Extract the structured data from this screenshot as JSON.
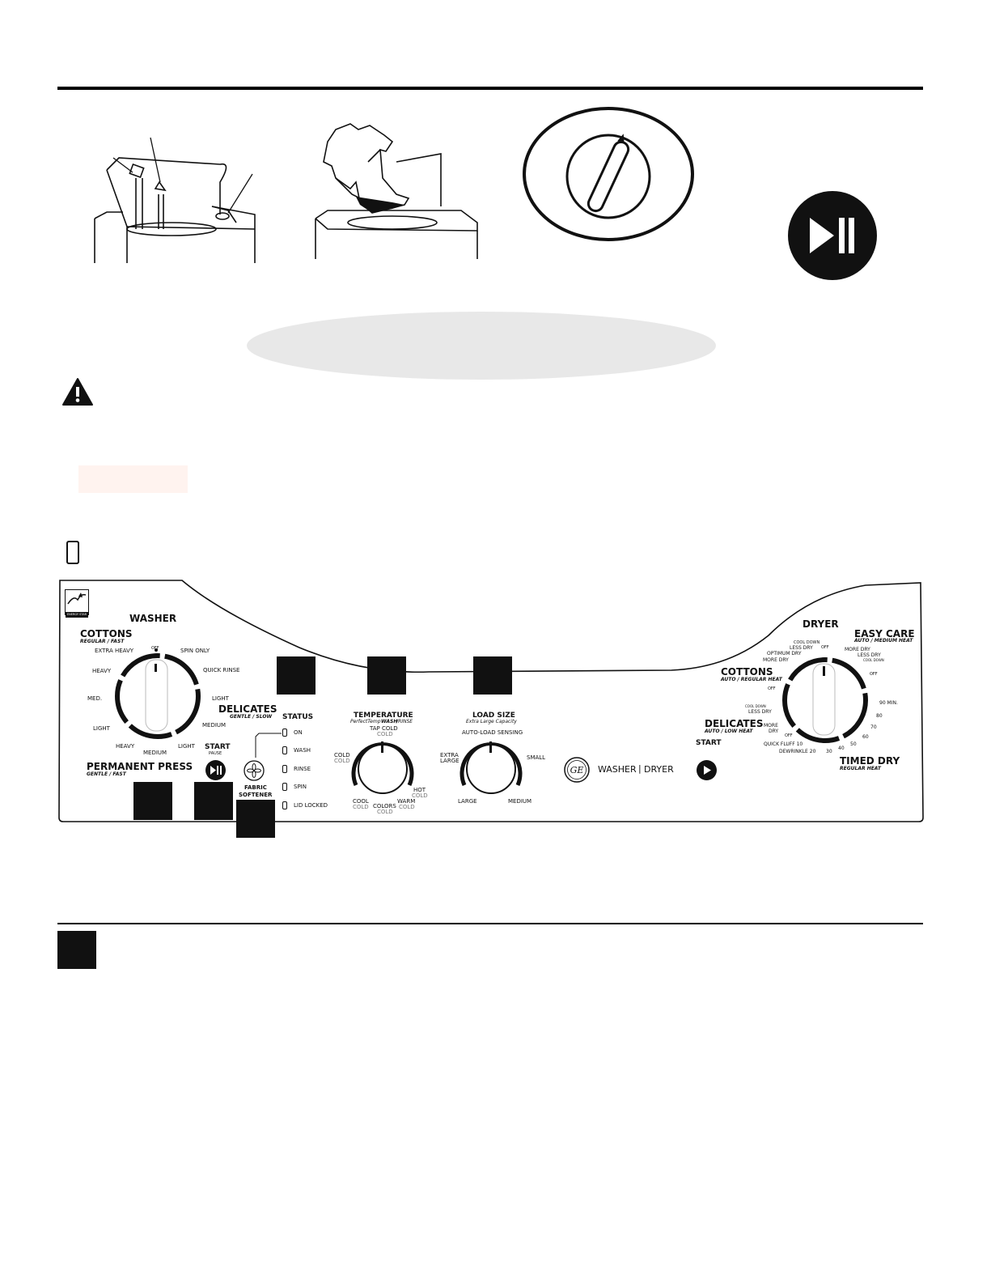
{
  "colors": {
    "ink": "#111111",
    "oval": "#e8e8e8",
    "caution_box": "#fff3ef"
  },
  "icons": [
    "warning-icon",
    "start-pause-icon",
    "play-icon",
    "ge-logo",
    "energy-star-logo",
    "fabric-softener-icon"
  ],
  "panel": {
    "washer": {
      "title": "WASHER",
      "cycles": [
        {
          "name": "COTTONS",
          "sub": "REGULAR / FAST"
        },
        {
          "name": "DELICATES",
          "sub": "GENTLE / SLOW"
        },
        {
          "name": "PERMANENT PRESS",
          "sub": "GENTLE / FAST"
        }
      ],
      "dial_labels": [
        "EXTRA HEAVY",
        "OFF",
        "SPIN ONLY",
        "HEAVY",
        "QUICK RINSE",
        "LIGHT",
        "MED.",
        "MEDIUM",
        "LIGHT",
        "HEAVY",
        "MEDIUM",
        "LIGHT"
      ],
      "start_label": "START",
      "pause_label": "PAUSE",
      "fabric_softener": [
        "FABRIC",
        "SOFTENER"
      ]
    },
    "status": {
      "title": "STATUS",
      "items": [
        "ON",
        "WASH",
        "RINSE",
        "SPIN",
        "LID LOCKED"
      ]
    },
    "temperature": {
      "title": "TEMPERATURE",
      "sub_a": "PerfectTemp",
      "sub_b": "WASH",
      "sub_c": "/RINSE",
      "options": [
        {
          "wash": "TAP COLD",
          "rinse": "COLD"
        },
        {
          "wash": "COLD",
          "rinse": "COLD"
        },
        {
          "wash": "HOT",
          "rinse": "COLD"
        },
        {
          "wash": "COOL",
          "rinse": "COLD"
        },
        {
          "wash": "COLORS",
          "rinse": "COLD"
        },
        {
          "wash": "WARM",
          "rinse": "COLD"
        }
      ]
    },
    "load_size": {
      "title": "LOAD SIZE",
      "sub": "Extra Large Capacity",
      "options": [
        "AUTO-LOAD SENSING",
        "EXTRA",
        "LARGE",
        "SMALL",
        "LARGE",
        "MEDIUM"
      ]
    },
    "brand": {
      "logo_text": "GE",
      "left": "WASHER",
      "divider": "|",
      "right": "DRYER"
    },
    "dryer": {
      "title": "DRYER",
      "cycles": [
        {
          "name": "EASY CARE",
          "sub": "AUTO / MEDIUM HEAT"
        },
        {
          "name": "COTTONS",
          "sub": "AUTO / REGULAR HEAT"
        },
        {
          "name": "DELICATES",
          "sub": "AUTO / LOW HEAT"
        },
        {
          "name": "TIMED DRY",
          "sub": "REGULAR HEAT"
        }
      ],
      "start_label": "START",
      "dial_labels": [
        "COOL DOWN",
        "LESS DRY",
        "OPTIMUM DRY",
        "MORE DRY",
        "OFF",
        "MORE DRY",
        "LESS DRY",
        "COOL DOWN",
        "OFF",
        "OFF",
        "COOL DOWN",
        "LESS DRY",
        "MORE",
        "DRY",
        "OFF",
        "QUICK FLUFF 10",
        "DEWRINKLE 20",
        "30",
        "40",
        "50",
        "60",
        "70",
        "80",
        "90 MIN."
      ]
    },
    "energy_star": "ENERGY STAR"
  }
}
